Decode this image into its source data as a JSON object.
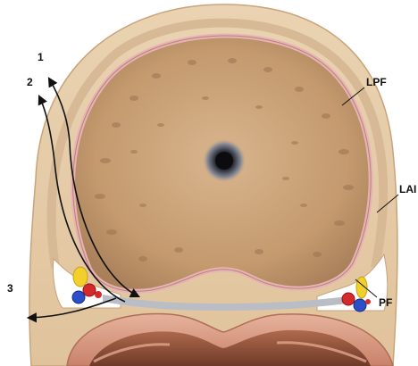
{
  "labels": {
    "lpf": "LPF",
    "lai": "LAI",
    "pf": "PF",
    "path_1": "1",
    "path_2": "2",
    "path_3": "3"
  },
  "colors": {
    "gland": "#c9a27a",
    "gland_dark": "#8e6b48",
    "capsule": "#e8b8b6",
    "fascia_outer": "#e3c9a6",
    "background_tissue": "#f1e2cc",
    "rectum_wall": "#d99a7e",
    "rectum_lumen": "#8a4f39",
    "artery": "#d62a2a",
    "vein": "#2a4fc9",
    "nerve": "#f2cf2a",
    "arrow": "#111111"
  }
}
